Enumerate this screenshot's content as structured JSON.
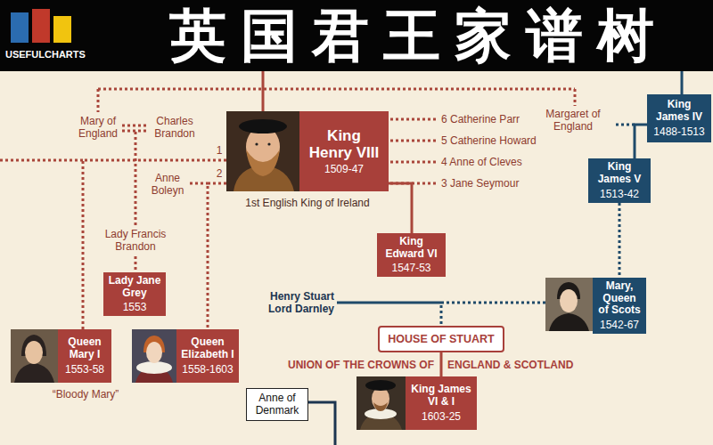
{
  "diagram": {
    "title": "英国君王家谱树",
    "nodes": [
      {
        "text": [
          "King Henry VIII",
          "1509-47",
          "1st English King of Ireland"
        ]
      },
      {
        "text": [
          "King James IV",
          "1488-1513"
        ]
      },
      {
        "text": [
          "King James V",
          "1513-42"
        ]
      },
      {
        "text": [
          "King Edward VI",
          "1547-53"
        ]
      },
      {
        "text": [
          "Lady Jane Grey",
          "1553"
        ]
      },
      {
        "text": [
          "Mary, Queen of Scots",
          "1542-67"
        ]
      },
      {
        "text": [
          "HOUSE OF STUART"
        ]
      },
      {
        "text": [
          "Queen Mary I",
          "1553-58",
          "“Bloody Mary”"
        ]
      },
      {
        "text": [
          "Queen Elizabeth I",
          "1558-1603"
        ]
      },
      {
        "text": [
          "Anne of Denmark"
        ]
      },
      {
        "text": [
          "King James VI & I",
          "1603-25"
        ]
      }
    ],
    "edges": [
      {
        "from": 0,
        "to": 3,
        "arrow": "none"
      },
      {
        "from": 0,
        "to": 7,
        "arrow": "none"
      },
      {
        "from": 0,
        "to": 8,
        "arrow": "none"
      },
      {
        "from": 1,
        "to": 2,
        "arrow": "none"
      },
      {
        "from": 2,
        "to": 5,
        "arrow": "none"
      },
      {
        "from": 5,
        "to": 6,
        "arrow": "none"
      },
      {
        "from": 6,
        "to": 10,
        "arrow": "none"
      }
    ],
    "labels": [
      "USEFULCHARTS",
      "Mary of England",
      "Charles Brandon",
      "1",
      "2",
      "6 Catherine Parr",
      "5 Catherine Howard",
      "4 Anne of Cleves",
      "3 Jane Seymour",
      "Margaret of England",
      "Anne Boleyn",
      "Lady Francis Brandon",
      "Henry Stuart Lord Darnley",
      "UNION OF THE CROWNS OF",
      "ENGLAND & SCOTLAND"
    ]
  }
}
